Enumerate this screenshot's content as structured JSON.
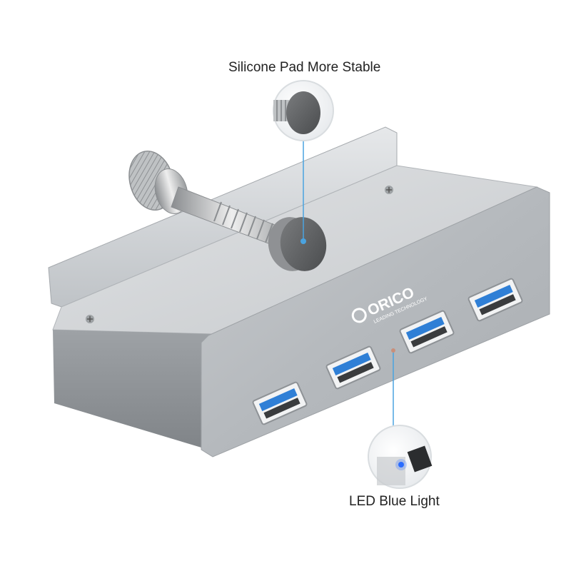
{
  "callouts": {
    "silicone_pad": "Silicone Pad More Stable",
    "led_light": "LED Blue Light"
  },
  "brand": {
    "logo_text": "ORICO",
    "tagline": "LEADING TECHNOLOGY"
  },
  "device": {
    "usb_port_count": 4,
    "port_accent_color": "#2f7fd6",
    "led_color": "#2a6cff",
    "callout_line_color": "#4aa3e0"
  }
}
